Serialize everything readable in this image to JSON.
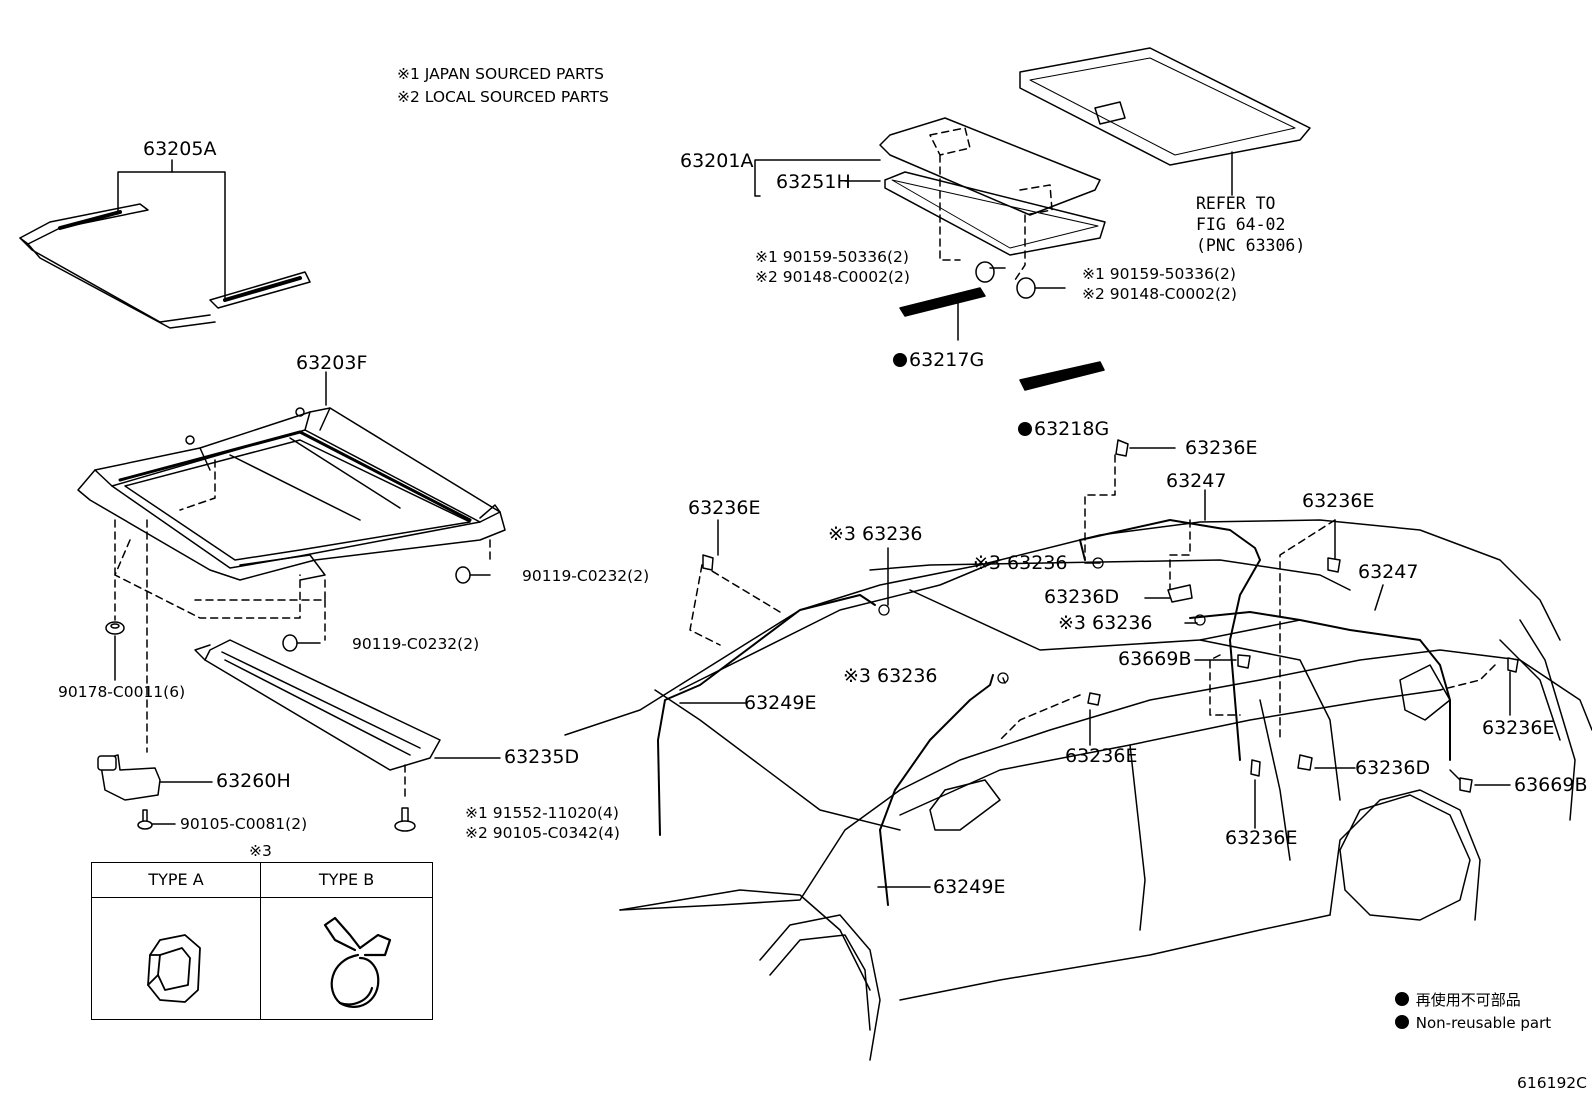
{
  "notes": {
    "note1": "※1 JAPAN SOURCED PARTS",
    "note2": "※2 LOCAL SOURCED PARTS"
  },
  "parts": {
    "p63205A": "63205A",
    "p63203F": "63203F",
    "p63201A": "63201A",
    "p63251H": "63251H",
    "p90159_a": "※1 90159-50336(2)",
    "p90148_a": "※2 90148-C0002(2)",
    "p90159_b": "※1 90159-50336(2)",
    "p90148_b": "※2 90148-C0002(2)",
    "p63217G": "63217G",
    "p63218G": "63218G",
    "p90119_a": "90119-C0232(2)",
    "p90119_b": "90119-C0232(2)",
    "p90178": "90178-C0011(6)",
    "p63235D": "63235D",
    "p63260H": "63260H",
    "p90105_a": "90105-C0081(2)",
    "p91552": "※1 91552-11020(4)",
    "p90105_b": "※2 90105-C0342(4)",
    "p63236E_1": "63236E",
    "p63236E_2": "63236E",
    "p63236E_3": "63236E",
    "p63236E_4": "63236E",
    "p63236E_5": "63236E",
    "p63236E_6": "63236E",
    "p63247_1": "63247",
    "p63247_2": "63247",
    "p63236_1": "※3 63236",
    "p63236_2": "※3 63236",
    "p63236_3": "※3 63236",
    "p63236_4": "※3 63236",
    "p63236D_1": "63236D",
    "p63236D_2": "63236D",
    "p63669B_1": "63669B",
    "p63669B_2": "63669B",
    "p63249E_1": "63249E",
    "p63249E_2": "63249E"
  },
  "refer": {
    "line1": "REFER TO",
    "line2": "FIG 64-02",
    "line3": "(PNC 63306)"
  },
  "type_table": {
    "marker": "※3",
    "type_a": "TYPE A",
    "type_b": "TYPE B"
  },
  "legend": {
    "jp": "再使用不可部品",
    "en": "Non-reusable part"
  },
  "figure_id": "616192C"
}
